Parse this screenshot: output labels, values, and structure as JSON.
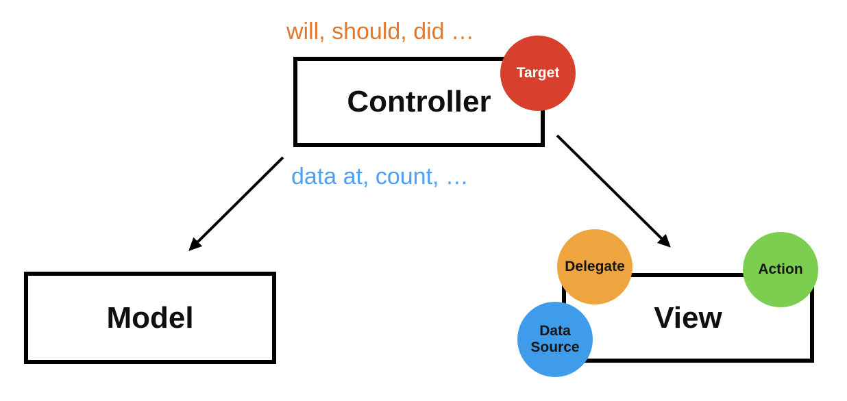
{
  "diagram": {
    "background": "#ffffff",
    "line_color": "#000000",
    "boxes": {
      "controller": {
        "label": "Controller"
      },
      "model": {
        "label": "Model"
      },
      "view": {
        "label": "View"
      }
    },
    "badges": {
      "target": {
        "label": "Target",
        "fill": "#D6402D",
        "text_color": "#ffffff"
      },
      "delegate": {
        "label": "Delegate",
        "fill": "#EFA53F",
        "text_color": "#161616"
      },
      "action": {
        "label": "Action",
        "fill": "#7BCE4F",
        "text_color": "#161616"
      },
      "data_source": {
        "label": "Data Source",
        "fill": "#3F9CEB",
        "text_color": "#161616"
      }
    },
    "annotations": {
      "will_should_did": {
        "text": "will, should, did …",
        "color": "#E2782C"
      },
      "data_at_count": {
        "text": "data at, count, …",
        "color": "#4BA0F4"
      }
    }
  }
}
